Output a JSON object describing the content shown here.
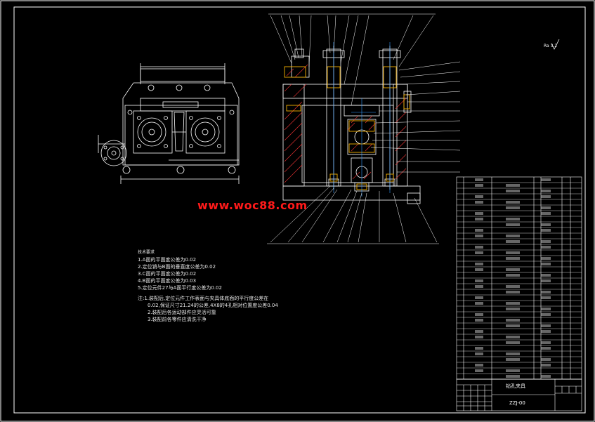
{
  "watermark": "www.woc88.com",
  "tech_requirements": {
    "title": "技术要求",
    "items": [
      "1.A面的平面度公差为0.02",
      "2.定位销与B面的垂直度公差为0.02",
      "3.C面的平面度公差为0.02",
      "4.B面的平面度公差为0.03",
      "5.定位元件27与A面平行度公差为0.02"
    ]
  },
  "notes2": {
    "line1": "注:1.装配后,定位元件工作表面与夹具体底面的平行度公差在",
    "line2": "0.02,保证尺寸21.24的公差,4X8的4孔相对位置度公差0.04",
    "line3": "2.装配后各运动部件应灵活可靠",
    "line4": "3.装配前各零件应清洗干净"
  },
  "title_block": {
    "name": "钻孔夹具",
    "drawing_no": "ZZJ-00"
  },
  "roughness": "Ra 3.2"
}
